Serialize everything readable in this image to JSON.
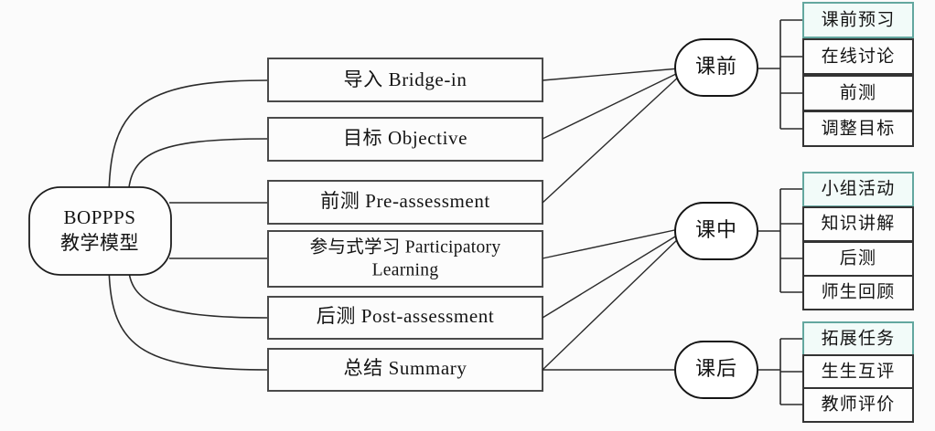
{
  "diagram": {
    "title": "BOPPPS 教学模型",
    "background_color": "#fbfbfb",
    "line_color": "#2b2b2b",
    "highlight_color": "#63a79f",
    "highlight_fill": "#f2fbf9"
  },
  "root": {
    "line1": "BOPPPS",
    "line2": "教学模型"
  },
  "stages": [
    {
      "label": "导入 Bridge-in",
      "line1": "导入 Bridge-in",
      "line2": ""
    },
    {
      "label": "目标 Objective",
      "line1": "目标 Objective",
      "line2": ""
    },
    {
      "label": "前测 Pre-assessment",
      "line1": "前测 Pre-assessment",
      "line2": ""
    },
    {
      "label": "参与式学习 Participatory Learning",
      "line1": "参与式学习 Participatory",
      "line2": "Learning"
    },
    {
      "label": "后测 Post-assessment",
      "line1": "后测 Post-assessment",
      "line2": ""
    },
    {
      "label": "总结 Summary",
      "line1": "总结 Summary",
      "line2": ""
    }
  ],
  "phases": [
    {
      "label": "课前",
      "items": [
        {
          "label": "课前预习",
          "highlighted": true
        },
        {
          "label": "在线讨论",
          "highlighted": false
        },
        {
          "label": "前测",
          "highlighted": false
        },
        {
          "label": "调整目标",
          "highlighted": false
        }
      ]
    },
    {
      "label": "课中",
      "items": [
        {
          "label": "小组活动",
          "highlighted": true
        },
        {
          "label": "知识讲解",
          "highlighted": false
        },
        {
          "label": "后测",
          "highlighted": false
        },
        {
          "label": "师生回顾",
          "highlighted": false
        }
      ]
    },
    {
      "label": "课后",
      "items": [
        {
          "label": "拓展任务",
          "highlighted": true
        },
        {
          "label": "生生互评",
          "highlighted": false
        },
        {
          "label": "教师评价",
          "highlighted": false
        }
      ]
    }
  ]
}
